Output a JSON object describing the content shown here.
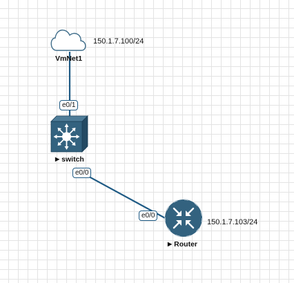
{
  "nodes": {
    "cloud": {
      "name": "VmNet1",
      "ip": "150.1.7.100/24",
      "icon": "cloud-icon"
    },
    "switch": {
      "name": "switch",
      "icon": "switch-icon"
    },
    "router": {
      "name": "Router",
      "ip": "150.1.7.103/24",
      "icon": "router-icon"
    }
  },
  "ports": {
    "switch_up": "e0/1",
    "switch_down": "e0/0",
    "router": "e0/0"
  },
  "colors": {
    "link": "#1e5a84",
    "switch_body": "#33627f",
    "router_body": "#33627f",
    "port_border": "#1e5a84"
  }
}
